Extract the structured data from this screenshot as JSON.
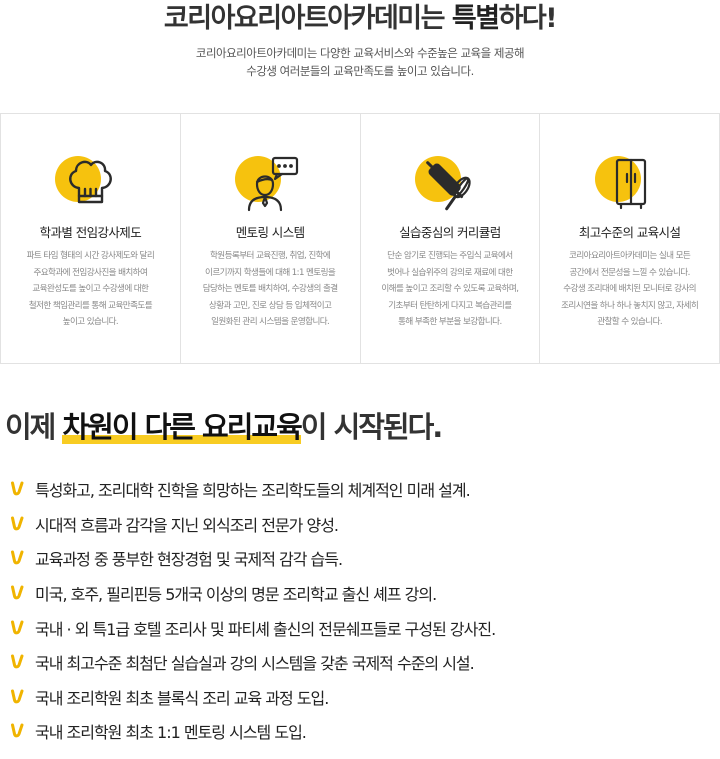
{
  "hero": {
    "title_normal": "코리아요리아트아카데미는 ",
    "title_bold": "특별",
    "title_end": "하다!",
    "desc": [
      "코리아요리아트아카데미는 다양한 교육서비스와 수준높은 교육을 제공해",
      "수강생 여러분들의 교육만족도를 높이고 있습니다."
    ]
  },
  "features": [
    {
      "icon": "chef-hat-icon",
      "title": "학과별 전임강사제도",
      "lines": [
        "파트 타임 형태의 시간 강사제도와 달리",
        "주요학과에 전임강사진을 배치하여",
        "교육완성도를 높이고 수강생에 대한",
        "철저한 책임관리를 통해 교육만족도를",
        "높이고 있습니다."
      ]
    },
    {
      "icon": "mentor-speech-icon",
      "title": "멘토링 시스템",
      "lines": [
        "학원등록부터 교육진행, 취업, 진학에",
        "이르기까지 학생들에 대해 1:1 멘토링을",
        "담당하는 멘토를 배치하여, 수강생의 출결",
        "상황과 고민, 진로 상담 등 입체적이고",
        "일원화된 관리 시스템을 운영합니다."
      ]
    },
    {
      "icon": "rolling-pin-whisk-icon",
      "title": "실습중심의 커리큘럼",
      "lines": [
        "단순 암기로 진행되는 주입식 교육에서",
        "벗어나 실습위주의 강의로 재료에 대한",
        "이해를 높이고 조리할 수 있도록 교육하며,",
        "기초부터 탄탄하게 다지고 복습관리를",
        "통해 부족한 부분을 보강합니다."
      ]
    },
    {
      "icon": "refrigerator-icon",
      "title": "최고수준의 교육시설",
      "lines": [
        "코리아요리아트아카데미는 실내 모든",
        "공간에서 전문성을 느낄 수 있습니다.",
        "수강생 조리대에 배치된 모니터로 강사의",
        "조리시연을 하나 하나 놓치지 않고, 자세히",
        "관찰할 수 있습니다."
      ]
    }
  ],
  "section": {
    "title_pre": "이제 ",
    "title_highlight": "차원이 다른 요리교육",
    "title_post": "이 시작된다."
  },
  "points": [
    "특성화고, 조리대학 진학을 희망하는 조리학도들의 체계적인 미래 설계.",
    "시대적 흐름과 감각을 지닌 외식조리 전문가 양성.",
    "교육과정 중 풍부한 현장경험 및 국제적 감각 습득.",
    "미국, 호주, 필리핀등 5개국 이상의 명문 조리학교 출신 셰프 강의.",
    "국내 · 외 특1급 호텔 조리사 및 파티셰 출신의 전문쉐프들로 구성된 강사진.",
    "국내 최고수준 최첨단 실습실과 강의 시스템을 갖춘 국제적 수준의 시설.",
    "국내 조리학원 최초 블록식 조리 교육 과정 도입.",
    "국내 조리학원 최초 1:1 멘토링 시스템 도입."
  ],
  "colors": {
    "accent": "#f6c20e",
    "highlight": "#f8cc22",
    "check": "#f0b400"
  }
}
